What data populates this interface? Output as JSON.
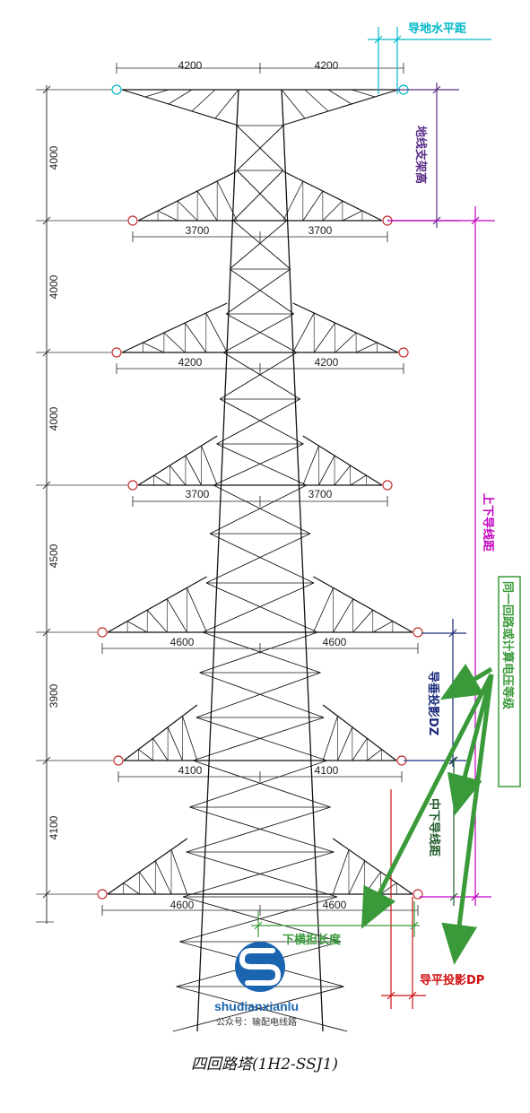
{
  "tower": {
    "title": "四回路塔(1H2-SSJ1)",
    "crossarm_widths": [
      {
        "left": "4200",
        "right": "4200"
      },
      {
        "left": "3700",
        "right": "3700"
      },
      {
        "left": "4200",
        "right": "4200"
      },
      {
        "left": "3700",
        "right": "3700"
      },
      {
        "left": "4600",
        "right": "4600"
      },
      {
        "left": "4100",
        "right": "4100"
      },
      {
        "left": "4600",
        "right": "4600"
      }
    ],
    "vertical_spacings": [
      "4000",
      "4000",
      "4000",
      "4500",
      "3900",
      "4100"
    ]
  },
  "labels": {
    "ground_wire_horizontal": "导地水平距",
    "ground_wire_support_height": "地线支架高",
    "upper_lower_conductor": "上下导线距",
    "same_circuit_voltage": "同一回路或计算电压等级",
    "conductor_vertical_projection": "导垂投影DZ",
    "mid_lower_conductor": "中下导线距",
    "lower_crossarm_length": "下横担长度",
    "conductor_horizontal_projection": "导平投影DP"
  },
  "watermark": {
    "site": "shudianxianlu",
    "account": "公众号：输配电线路"
  },
  "colors": {
    "cyan": "#00b8c8",
    "purple": "#5a2d86",
    "magenta": "#c000c0",
    "green": "#3a9a3a",
    "navy": "#1a2a7a",
    "red": "#d01010",
    "brand_blue": "#1b64b0"
  }
}
